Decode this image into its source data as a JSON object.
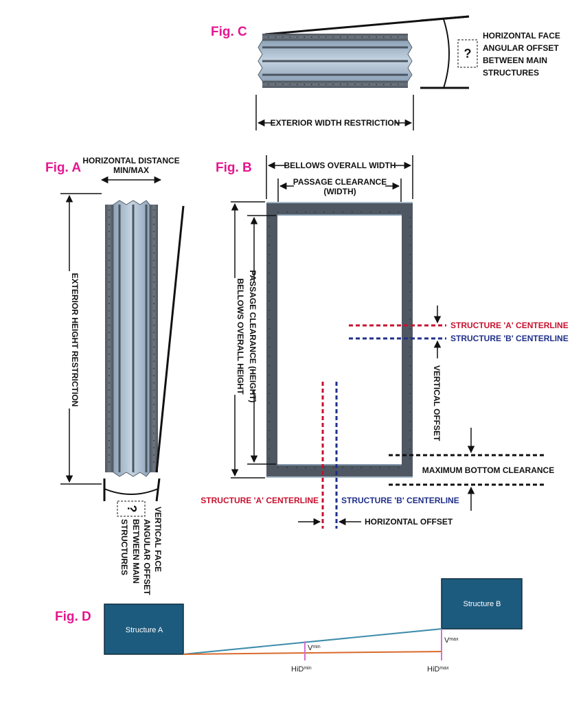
{
  "colors": {
    "fig_label": "#e6158f",
    "structure_a": "#c8102e",
    "structure_b": "#1f2f8a",
    "structure_box": "#1d5b7e",
    "line_teal": "#3d8cab",
    "line_orange": "#d9692b",
    "pink_marker": "#d36fd0",
    "bellows_frame": "#5b6470",
    "bellows_fold": "#a9bdd0"
  },
  "fig_c": {
    "label": "Fig. C",
    "question_mark": "?",
    "angle_text": [
      "HORIZONTAL FACE",
      "ANGULAR OFFSET",
      "BETWEEN MAIN",
      "STRUCTURES"
    ],
    "width_label": "EXTERIOR WIDTH RESTRICTION"
  },
  "fig_a": {
    "label": "Fig. A",
    "horizontal_distance": [
      "HORIZONTAL DISTANCE",
      "MIN/MAX"
    ],
    "height_label": "EXTERIOR HEIGHT RESTRICTION",
    "question_mark": "?",
    "angle_text": [
      "VERTICAL FACE",
      "ANGULAR OFFSET",
      "BETWEEN MAIN",
      "STRUCTURES"
    ]
  },
  "fig_b": {
    "label": "Fig. B",
    "overall_width": "BELLOWS OVERALL WIDTH",
    "passage_width": [
      "PASSAGE CLEARANCE",
      "(WIDTH)"
    ],
    "overall_height": "BELLOWS OVERALL HEIGHT",
    "passage_height": "PASSAGE CLEARANCE (HEIGHT)",
    "structure_a_centerline": "STRUCTURE 'A' CENTERLINE",
    "structure_b_centerline": "STRUCTURE 'B' CENTERLINE",
    "vertical_offset": "VERTICAL OFFSET",
    "max_bottom_clearance": "MAXIMUM BOTTOM CLEARANCE",
    "bottom_structure_a": "STRUCTURE 'A' CENTERLINE",
    "bottom_structure_b": "STRUCTURE 'B' CENTERLINE",
    "horizontal_offset": "HORIZONTAL OFFSET"
  },
  "fig_d": {
    "label": "Fig. D",
    "structure_a": "Structure A",
    "structure_b": "Structure B",
    "v_min_base": "V",
    "v_min_sup": "min",
    "v_max_base": "V",
    "v_max_sup": "max",
    "hid_min_base": "HiD",
    "hid_min_sup": "min",
    "hid_max_base": "HiD",
    "hid_max_sup": "max"
  }
}
